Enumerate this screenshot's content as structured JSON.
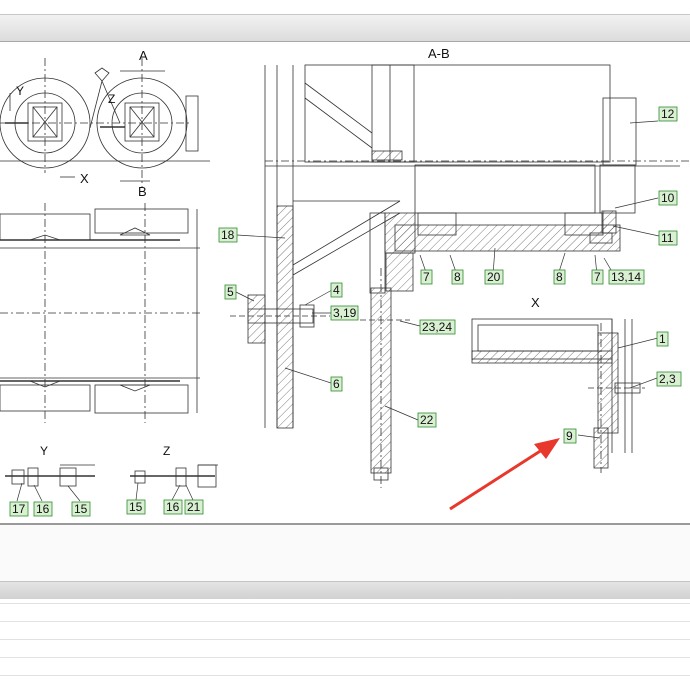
{
  "drawing": {
    "view_labels": {
      "a": "A",
      "b": "B",
      "ab": "A-B",
      "x": "X",
      "y": "Y",
      "z": "Z",
      "x_detail": "X",
      "y_detail": "Y",
      "z_detail": "Z"
    },
    "part_numbers": {
      "p12": "12",
      "p10": "10",
      "p11": "11",
      "p18": "18",
      "p5": "5",
      "p4": "4",
      "p3_19": "3,19",
      "p6": "6",
      "p7a": "7",
      "p8a": "8",
      "p20": "20",
      "p8b": "8",
      "p7b": "7",
      "p13_14": "13,14",
      "p23_24": "23,24",
      "p22": "22",
      "p1": "1",
      "p2_3": "2,3",
      "p9": "9",
      "p17": "17",
      "p16a": "16",
      "p15a": "15",
      "p15b": "15",
      "p16b": "16",
      "p21": "21"
    }
  },
  "colors": {
    "tag_fill": "#d9f0d3",
    "tag_border": "#2e8b2e",
    "arrow": "#e8372c",
    "line": "#333333"
  }
}
